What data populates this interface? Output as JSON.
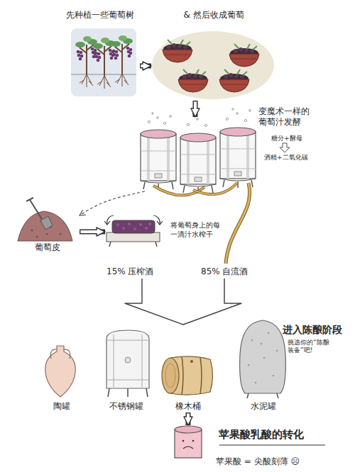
{
  "diagram": {
    "nodes": [
      {
        "text": [
          "先种植一些葡萄树"
        ]
      },
      {
        "text": [
          "& 然后收成葡萄"
        ]
      },
      {
        "text": [
          "变魔术一样的葡萄汁发酵",
          "糖分+酵母",
          "酒精+二氧化碳"
        ]
      },
      {
        "text": [
          "葡萄皮"
        ]
      },
      {
        "text": [
          "将葡萄身上的每一滴汁水榨干"
        ]
      },
      {
        "text": [
          "陶罐"
        ]
      },
      {
        "text": [
          "不锈钢罐"
        ]
      },
      {
        "text": [
          "橡木桶"
        ]
      },
      {
        "text": [
          "水泥罐"
        ]
      },
      {
        "text": [
          "苹果酸乳酸的转化",
          "苹果酸 = 尖酸刻薄 ☹"
        ]
      }
    ],
    "edges": [
      {
        "from": 0,
        "to": 1,
        "arrow": "to"
      },
      {
        "from": 1,
        "to": 2,
        "arrow": "to"
      },
      {
        "from": 2,
        "to": 3,
        "arrow": "to"
      },
      {
        "from": 3,
        "to": 4,
        "arrow": "to"
      },
      {
        "from": 7,
        "to": 9,
        "arrow": "to"
      }
    ],
    "labels": [
      "15% 压榨酒",
      "85% 自流酒",
      "进入陈酿阶段",
      "挑选你的“陈酿装备”吧!"
    ]
  }
}
